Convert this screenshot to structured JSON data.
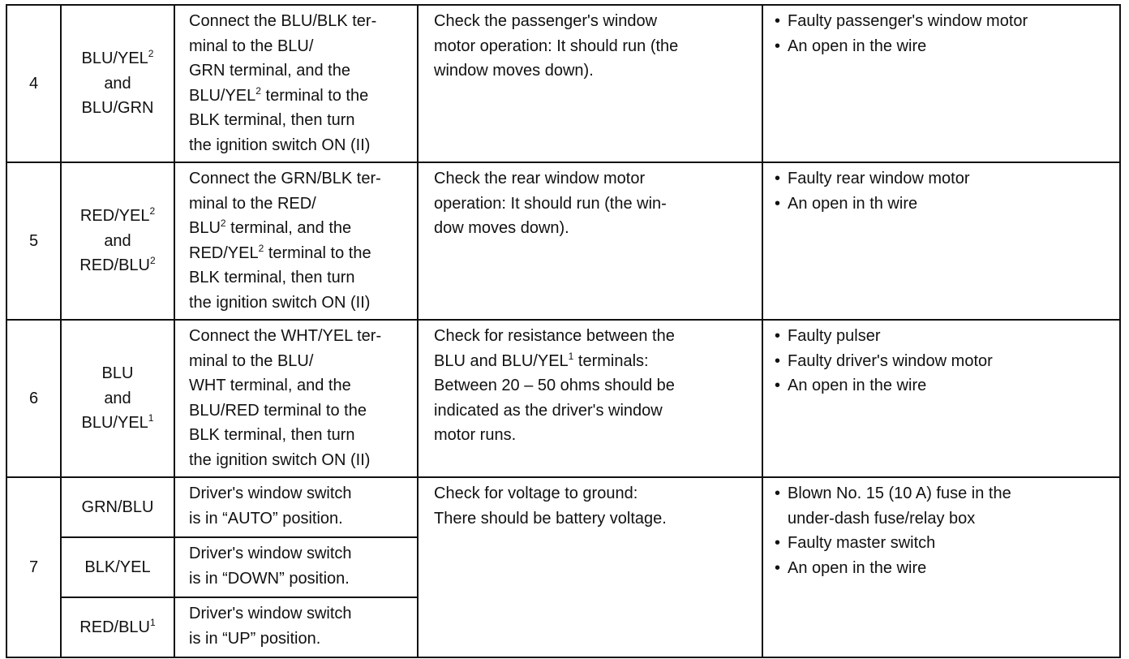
{
  "rows": [
    {
      "num": "4",
      "terminal_lines": [
        {
          "text": "BLU/YEL",
          "sup": "2"
        },
        {
          "text": "and",
          "sup": ""
        },
        {
          "text": "BLU/GRN",
          "sup": ""
        }
      ],
      "condition_lines": [
        {
          "text": "Connect the BLU/BLK ter-",
          "sup": "",
          "tail": ""
        },
        {
          "text": "minal to the BLU/",
          "sup": "",
          "tail": ""
        },
        {
          "text": "GRN terminal, and the",
          "sup": "",
          "tail": ""
        },
        {
          "text": "BLU/YEL",
          "sup": "2",
          "tail": " terminal to the"
        },
        {
          "text": "BLK terminal, then turn",
          "sup": "",
          "tail": ""
        },
        {
          "text": "the ignition switch ON (II)",
          "sup": "",
          "tail": ""
        }
      ],
      "test_lines": [
        "Check the passenger's window",
        "motor operation: It should run (the",
        "window moves down)."
      ],
      "causes": [
        {
          "lines": [
            "Faulty passenger's window motor"
          ]
        },
        {
          "lines": [
            "An open in the wire"
          ]
        }
      ]
    },
    {
      "num": "5",
      "terminal_lines": [
        {
          "text": "RED/YEL",
          "sup": "2"
        },
        {
          "text": "and",
          "sup": ""
        },
        {
          "text": "RED/BLU",
          "sup": "2"
        }
      ],
      "condition_lines": [
        {
          "text": "Connect the GRN/BLK ter-",
          "sup": "",
          "tail": ""
        },
        {
          "text": "minal to the RED/",
          "sup": "",
          "tail": ""
        },
        {
          "text": "BLU",
          "sup": "2",
          "tail": " terminal, and the"
        },
        {
          "text": "RED/YEL",
          "sup": "2",
          "tail": " terminal to the"
        },
        {
          "text": "BLK terminal, then turn",
          "sup": "",
          "tail": ""
        },
        {
          "text": "the ignition switch ON (II)",
          "sup": "",
          "tail": ""
        }
      ],
      "test_lines": [
        "Check the rear window motor",
        "operation: It should run (the win-",
        "dow moves down)."
      ],
      "causes": [
        {
          "lines": [
            "Faulty rear window motor"
          ]
        },
        {
          "lines": [
            "An open in th wire"
          ]
        }
      ]
    },
    {
      "num": "6",
      "terminal_lines": [
        {
          "text": "BLU",
          "sup": ""
        },
        {
          "text": "and",
          "sup": ""
        },
        {
          "text": "BLU/YEL",
          "sup": "1"
        }
      ],
      "condition_lines": [
        {
          "text": "Connect the WHT/YEL ter-",
          "sup": "",
          "tail": ""
        },
        {
          "text": "minal to the BLU/",
          "sup": "",
          "tail": ""
        },
        {
          "text": "WHT terminal, and the",
          "sup": "",
          "tail": ""
        },
        {
          "text": "BLU/RED terminal to the",
          "sup": "",
          "tail": ""
        },
        {
          "text": "BLK terminal, then turn",
          "sup": "",
          "tail": ""
        },
        {
          "text": "the ignition switch ON (II)",
          "sup": "",
          "tail": ""
        }
      ],
      "test_lines": [
        {
          "text": "Check for resistance between the",
          "sup": "",
          "tail": ""
        },
        {
          "text": "BLU and BLU/YEL",
          "sup": "1",
          "tail": " terminals:"
        },
        {
          "text": "Between 20 – 50 ohms should be",
          "sup": "",
          "tail": ""
        },
        {
          "text": "indicated as the driver's window",
          "sup": "",
          "tail": ""
        },
        {
          "text": "motor runs.",
          "sup": "",
          "tail": ""
        }
      ],
      "causes": [
        {
          "lines": [
            "Faulty pulser"
          ]
        },
        {
          "lines": [
            "Faulty driver's window motor"
          ]
        },
        {
          "lines": [
            "An open in the wire"
          ]
        }
      ]
    },
    {
      "num": "7",
      "subrows": [
        {
          "terminal": "GRN/BLU",
          "sup": "",
          "cond_lines": [
            "Driver's window switch",
            "is in “AUTO” position."
          ]
        },
        {
          "terminal": "BLK/YEL",
          "sup": "",
          "cond_lines": [
            "Driver's window switch",
            "is in “DOWN” position."
          ]
        },
        {
          "terminal": "RED/BLU",
          "sup": "1",
          "cond_lines": [
            "Driver's window switch",
            "is in “UP” position."
          ]
        }
      ],
      "test_lines": [
        "Check for voltage to ground:",
        "There should be battery voltage."
      ],
      "causes": [
        {
          "lines": [
            "Blown No. 15 (10 A) fuse in the",
            "under-dash fuse/relay box"
          ]
        },
        {
          "lines": [
            "Faulty master switch"
          ]
        },
        {
          "lines": [
            "An open in the wire"
          ]
        }
      ]
    }
  ]
}
